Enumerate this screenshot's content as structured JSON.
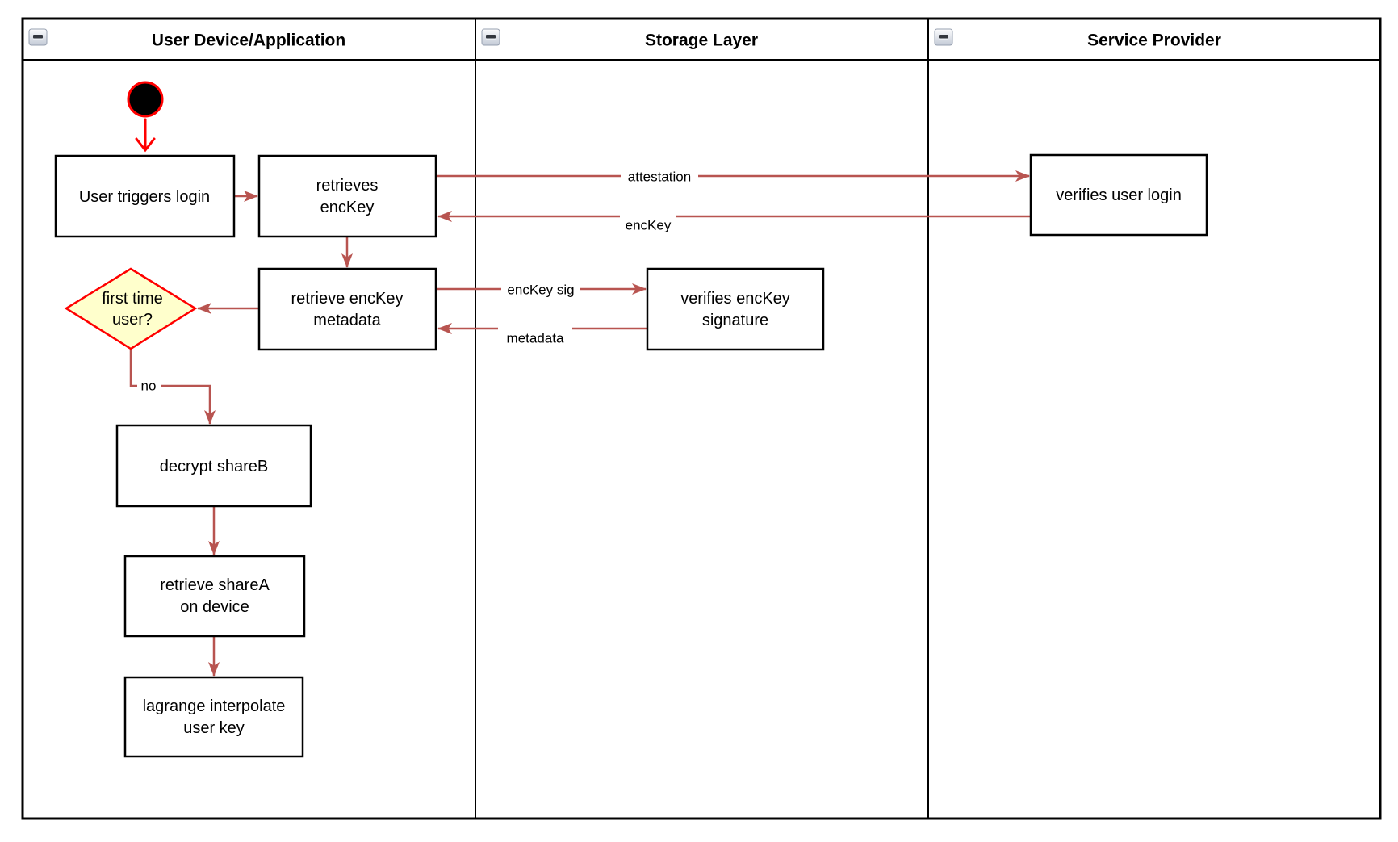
{
  "colors": {
    "arrow": "#b85450",
    "accent": "#ff0000",
    "decision_fill": "#ffffcc",
    "shape_stroke": "#000000",
    "text": "#000000"
  },
  "lanes": [
    {
      "title": "User Device/Application"
    },
    {
      "title": "Storage Layer"
    },
    {
      "title": "Service Provider"
    }
  ],
  "nodes": {
    "user_triggers_login": {
      "lines": [
        "User triggers login"
      ]
    },
    "retrieves_enckey": {
      "lines": [
        "retrieves",
        "encKey"
      ]
    },
    "retrieve_enckey_metadata": {
      "lines": [
        "retrieve encKey",
        "metadata"
      ]
    },
    "first_time_user": {
      "lines": [
        "first time",
        "user?"
      ]
    },
    "decrypt_shareb": {
      "lines": [
        "decrypt shareB"
      ]
    },
    "retrieve_sharea_on_device": {
      "lines": [
        "retrieve shareA",
        "on device"
      ]
    },
    "lagrange_interpolate_user_key": {
      "lines": [
        "lagrange interpolate",
        "user key"
      ]
    },
    "verifies_enckey_signature": {
      "lines": [
        "verifies encKey",
        "signature"
      ]
    },
    "verifies_user_login": {
      "lines": [
        "verifies user login"
      ]
    }
  },
  "edge_labels": {
    "attestation": "attestation",
    "enc_key": "encKey",
    "enc_key_sig": "encKey sig",
    "metadata": "metadata",
    "no": "no"
  }
}
